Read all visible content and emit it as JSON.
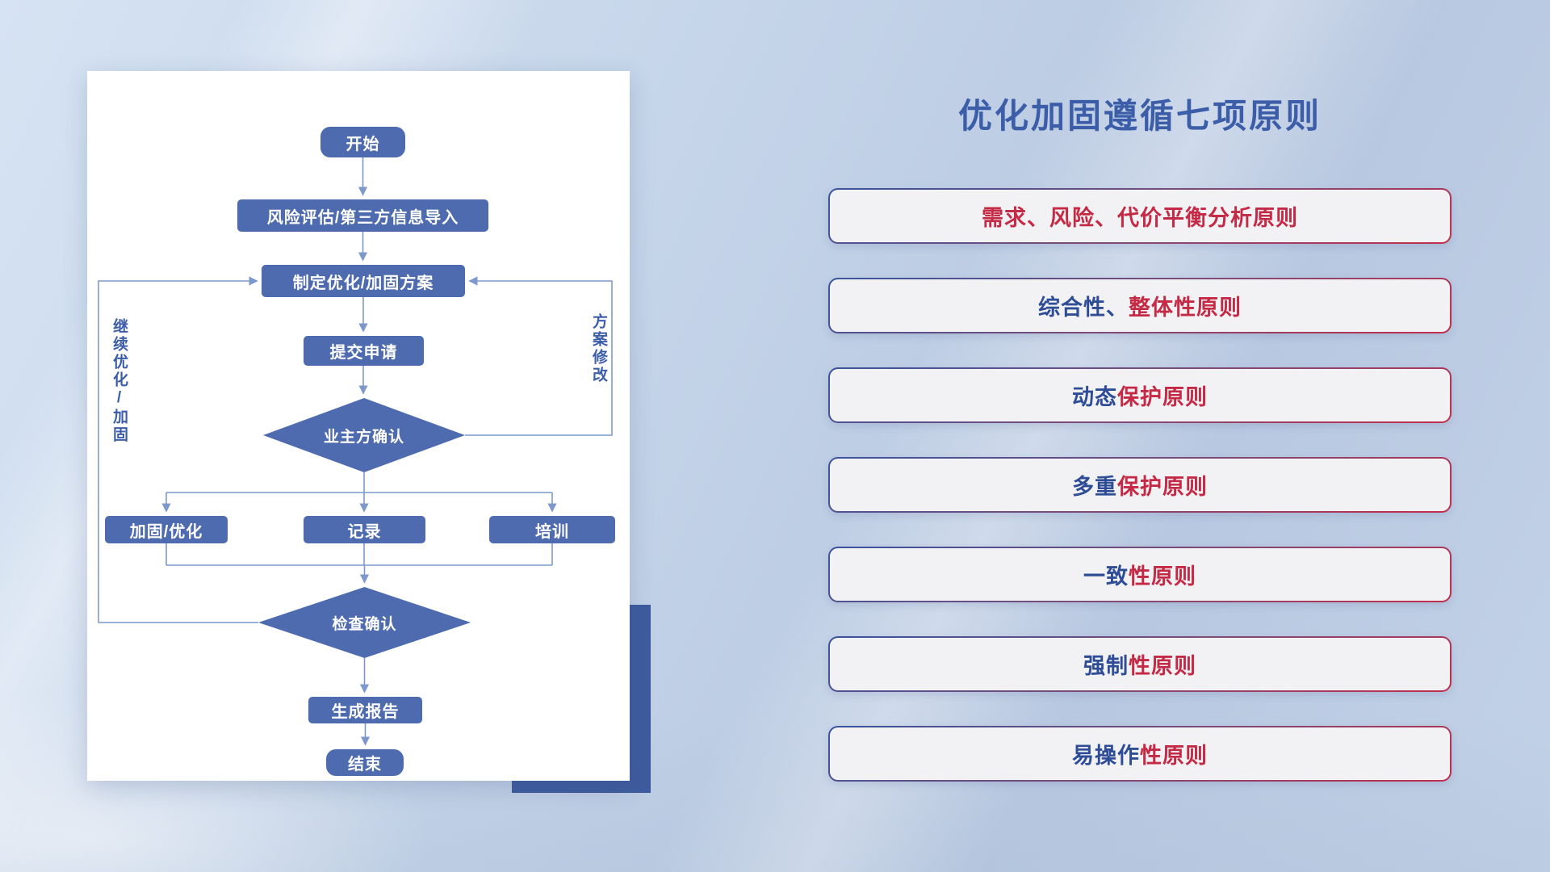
{
  "colors": {
    "title_blue": "#3c5ea9",
    "principle_red": "#c42a45",
    "principle_blue": "#2e4d96",
    "node_fill_blue": "#4d6bae",
    "connector_blue": "#7d99cc",
    "accent_block_navy": "#3e5b9d",
    "card_background": "#ffffff"
  },
  "flowchart": {
    "nodes": {
      "start": "开始",
      "risk_import": "风险评估/第三方信息导入",
      "make_plan": "制定优化/加固方案",
      "submit": "提交申请",
      "owner_confirm": "业主方确认",
      "harden": "加固/优化",
      "record": "记录",
      "train": "培训",
      "check_confirm": "检查确认",
      "report": "生成报告",
      "end": "结束"
    },
    "labels": {
      "continue_loop": "继续优化/加固",
      "plan_revise": "方案修改"
    }
  },
  "panel": {
    "title": "优化加固遵循七项原则",
    "principles": [
      {
        "blue": "",
        "red": "需求、风险、代价平衡分析原则"
      },
      {
        "blue": "综合性、",
        "red": "整体性原则"
      },
      {
        "blue": "动态",
        "red": "保护原则"
      },
      {
        "blue": "多重",
        "red": "保护原则"
      },
      {
        "blue": "一致",
        "red": "性原则"
      },
      {
        "blue": "强制",
        "red": "性原则"
      },
      {
        "blue": "易操作",
        "red": "性原则"
      }
    ]
  }
}
